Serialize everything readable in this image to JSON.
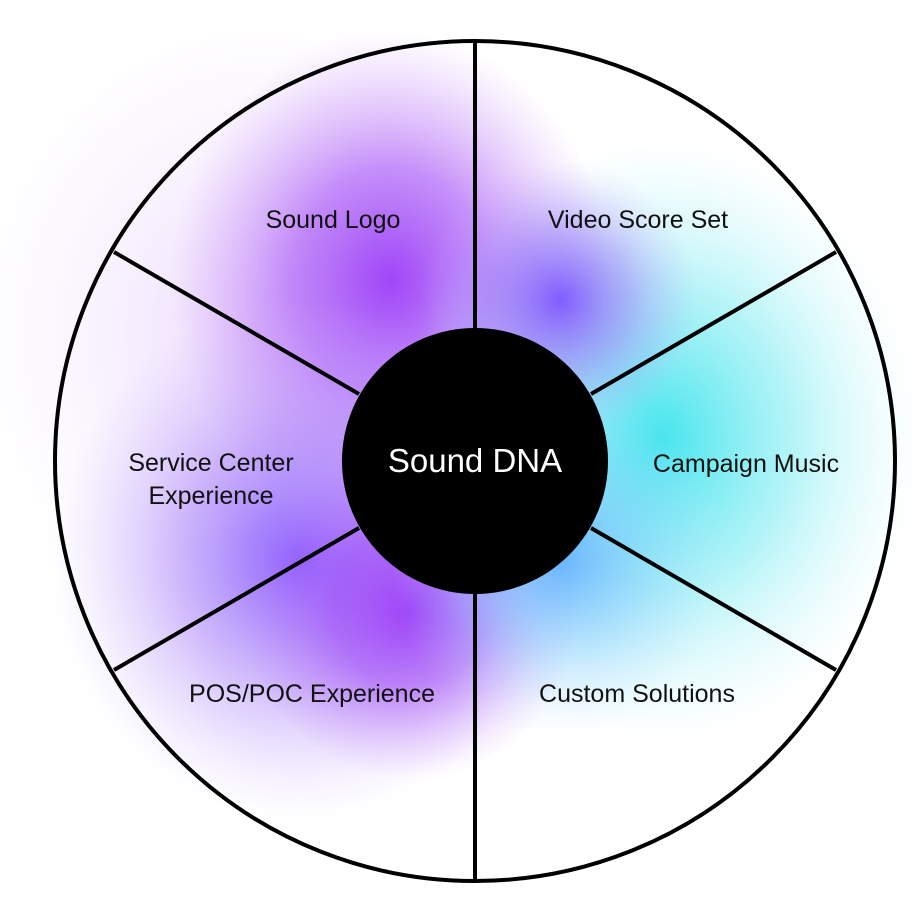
{
  "center": {
    "label": "Sound DNA"
  },
  "segments": [
    {
      "id": "sound-logo",
      "lines": [
        "Sound Logo"
      ]
    },
    {
      "id": "video-score-set",
      "lines": [
        "Video Score Set"
      ]
    },
    {
      "id": "campaign-music",
      "lines": [
        "Campaign Music"
      ]
    },
    {
      "id": "custom-solutions",
      "lines": [
        "Custom Solutions"
      ]
    },
    {
      "id": "pos-poc-experience",
      "lines": [
        "POS/POC Experience"
      ]
    },
    {
      "id": "service-center-experience",
      "lines": [
        "Service Center",
        "Experience"
      ]
    }
  ],
  "colors": {
    "outline": "#000000",
    "center_fill": "#000000",
    "center_text": "#ffffff",
    "label_text": "#111111",
    "glow_purple": "#9b3cf7",
    "glow_violet": "#7a5cff",
    "glow_cyan": "#3fe6ec"
  }
}
